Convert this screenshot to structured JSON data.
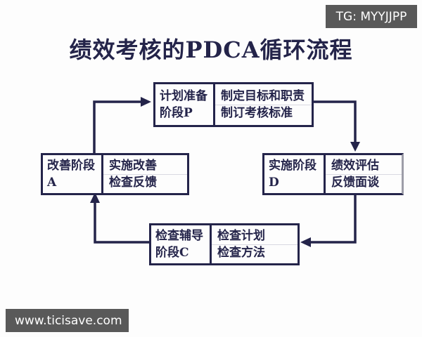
{
  "badges": {
    "top_right": "TG: MYYJJPP",
    "bottom_left": "www.ticisave.com"
  },
  "title": "绩效考核的PDCA循环流程",
  "diagram": {
    "type": "cycle-flowchart",
    "nodes": [
      {
        "id": "plan",
        "stage": [
          "计划准备",
          "阶段P"
        ],
        "detail": [
          "制定目标和职责",
          "制订考核标准"
        ]
      },
      {
        "id": "do",
        "stage": [
          "实施阶段",
          "D"
        ],
        "detail": [
          "绩效评估",
          "反馈面谈"
        ]
      },
      {
        "id": "check",
        "stage": [
          "检查辅导",
          "阶段C"
        ],
        "detail": [
          "检查计划",
          "检查方法"
        ]
      },
      {
        "id": "act",
        "stage": [
          "改善阶段",
          "A"
        ],
        "detail": [
          "实施改善",
          "检查反馈"
        ]
      }
    ],
    "flow_order": [
      "plan",
      "do",
      "check",
      "act",
      "plan"
    ]
  },
  "colors": {
    "diagram_line": "#24244a",
    "badge_background": "#595959",
    "badge_text": "#ffffff",
    "page_background": "#fdfdfd"
  }
}
